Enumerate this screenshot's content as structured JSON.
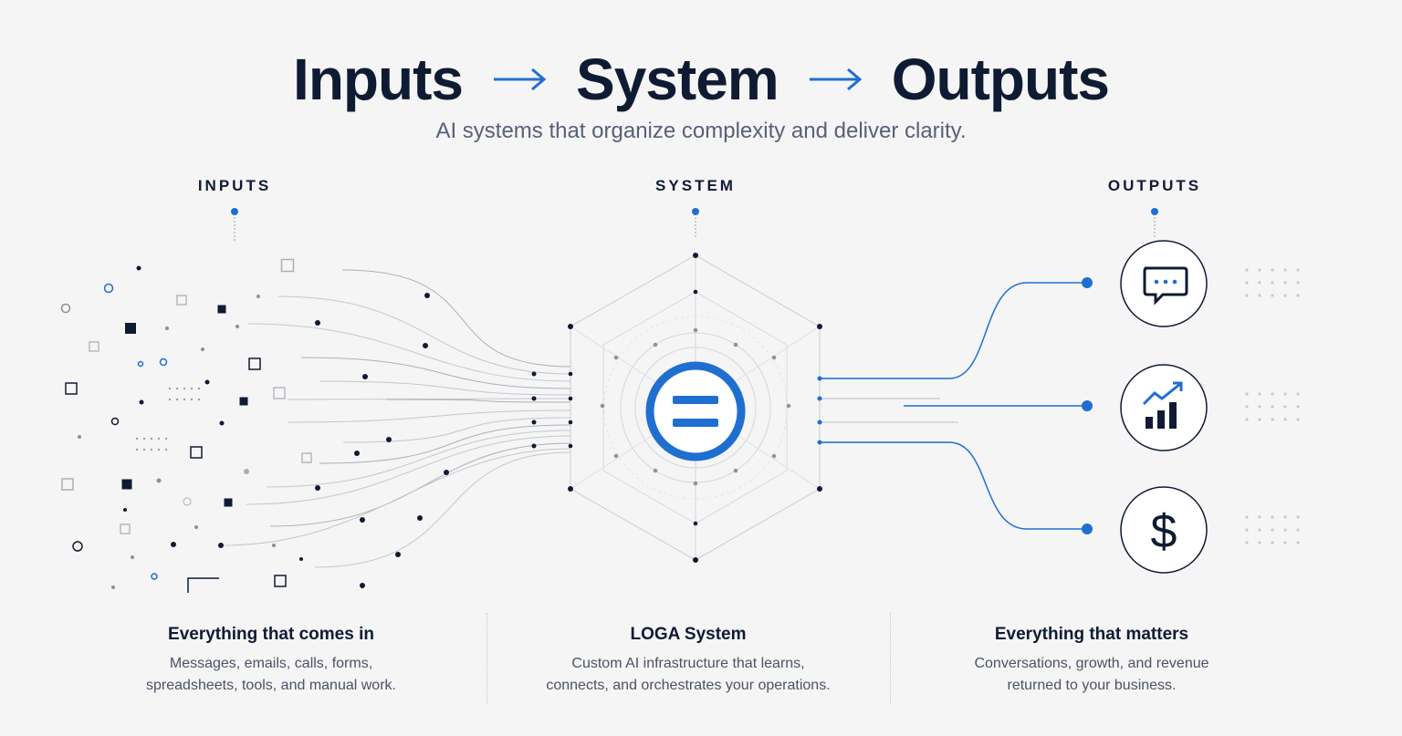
{
  "header": {
    "title_inputs": "Inputs",
    "title_system": "System",
    "title_outputs": "Outputs",
    "subtitle": "AI systems that organize complexity and deliver clarity."
  },
  "columns": {
    "inputs_label": "INPUTS",
    "system_label": "SYSTEM",
    "outputs_label": "OUTPUTS"
  },
  "cards": [
    {
      "title": "Everything that comes in",
      "line1": "Messages, emails, calls, forms,",
      "line2": "spreadsheets, tools, and manual work."
    },
    {
      "title": "LOGA System",
      "line1": "Custom AI infrastructure that learns,",
      "line2": "connects, and orchestrates your operations."
    },
    {
      "title": "Everything that matters",
      "line1": "Conversations, growth, and revenue",
      "line2": "returned to your business."
    }
  ],
  "outputs": [
    {
      "icon": "chat-bubble-icon"
    },
    {
      "icon": "growth-chart-icon"
    },
    {
      "icon": "dollar-icon",
      "glyph": "$"
    }
  ],
  "colors": {
    "navy": "#0f1b33",
    "accent": "#1f6fd1",
    "muted": "#58607a",
    "line": "#b9bdc6"
  }
}
